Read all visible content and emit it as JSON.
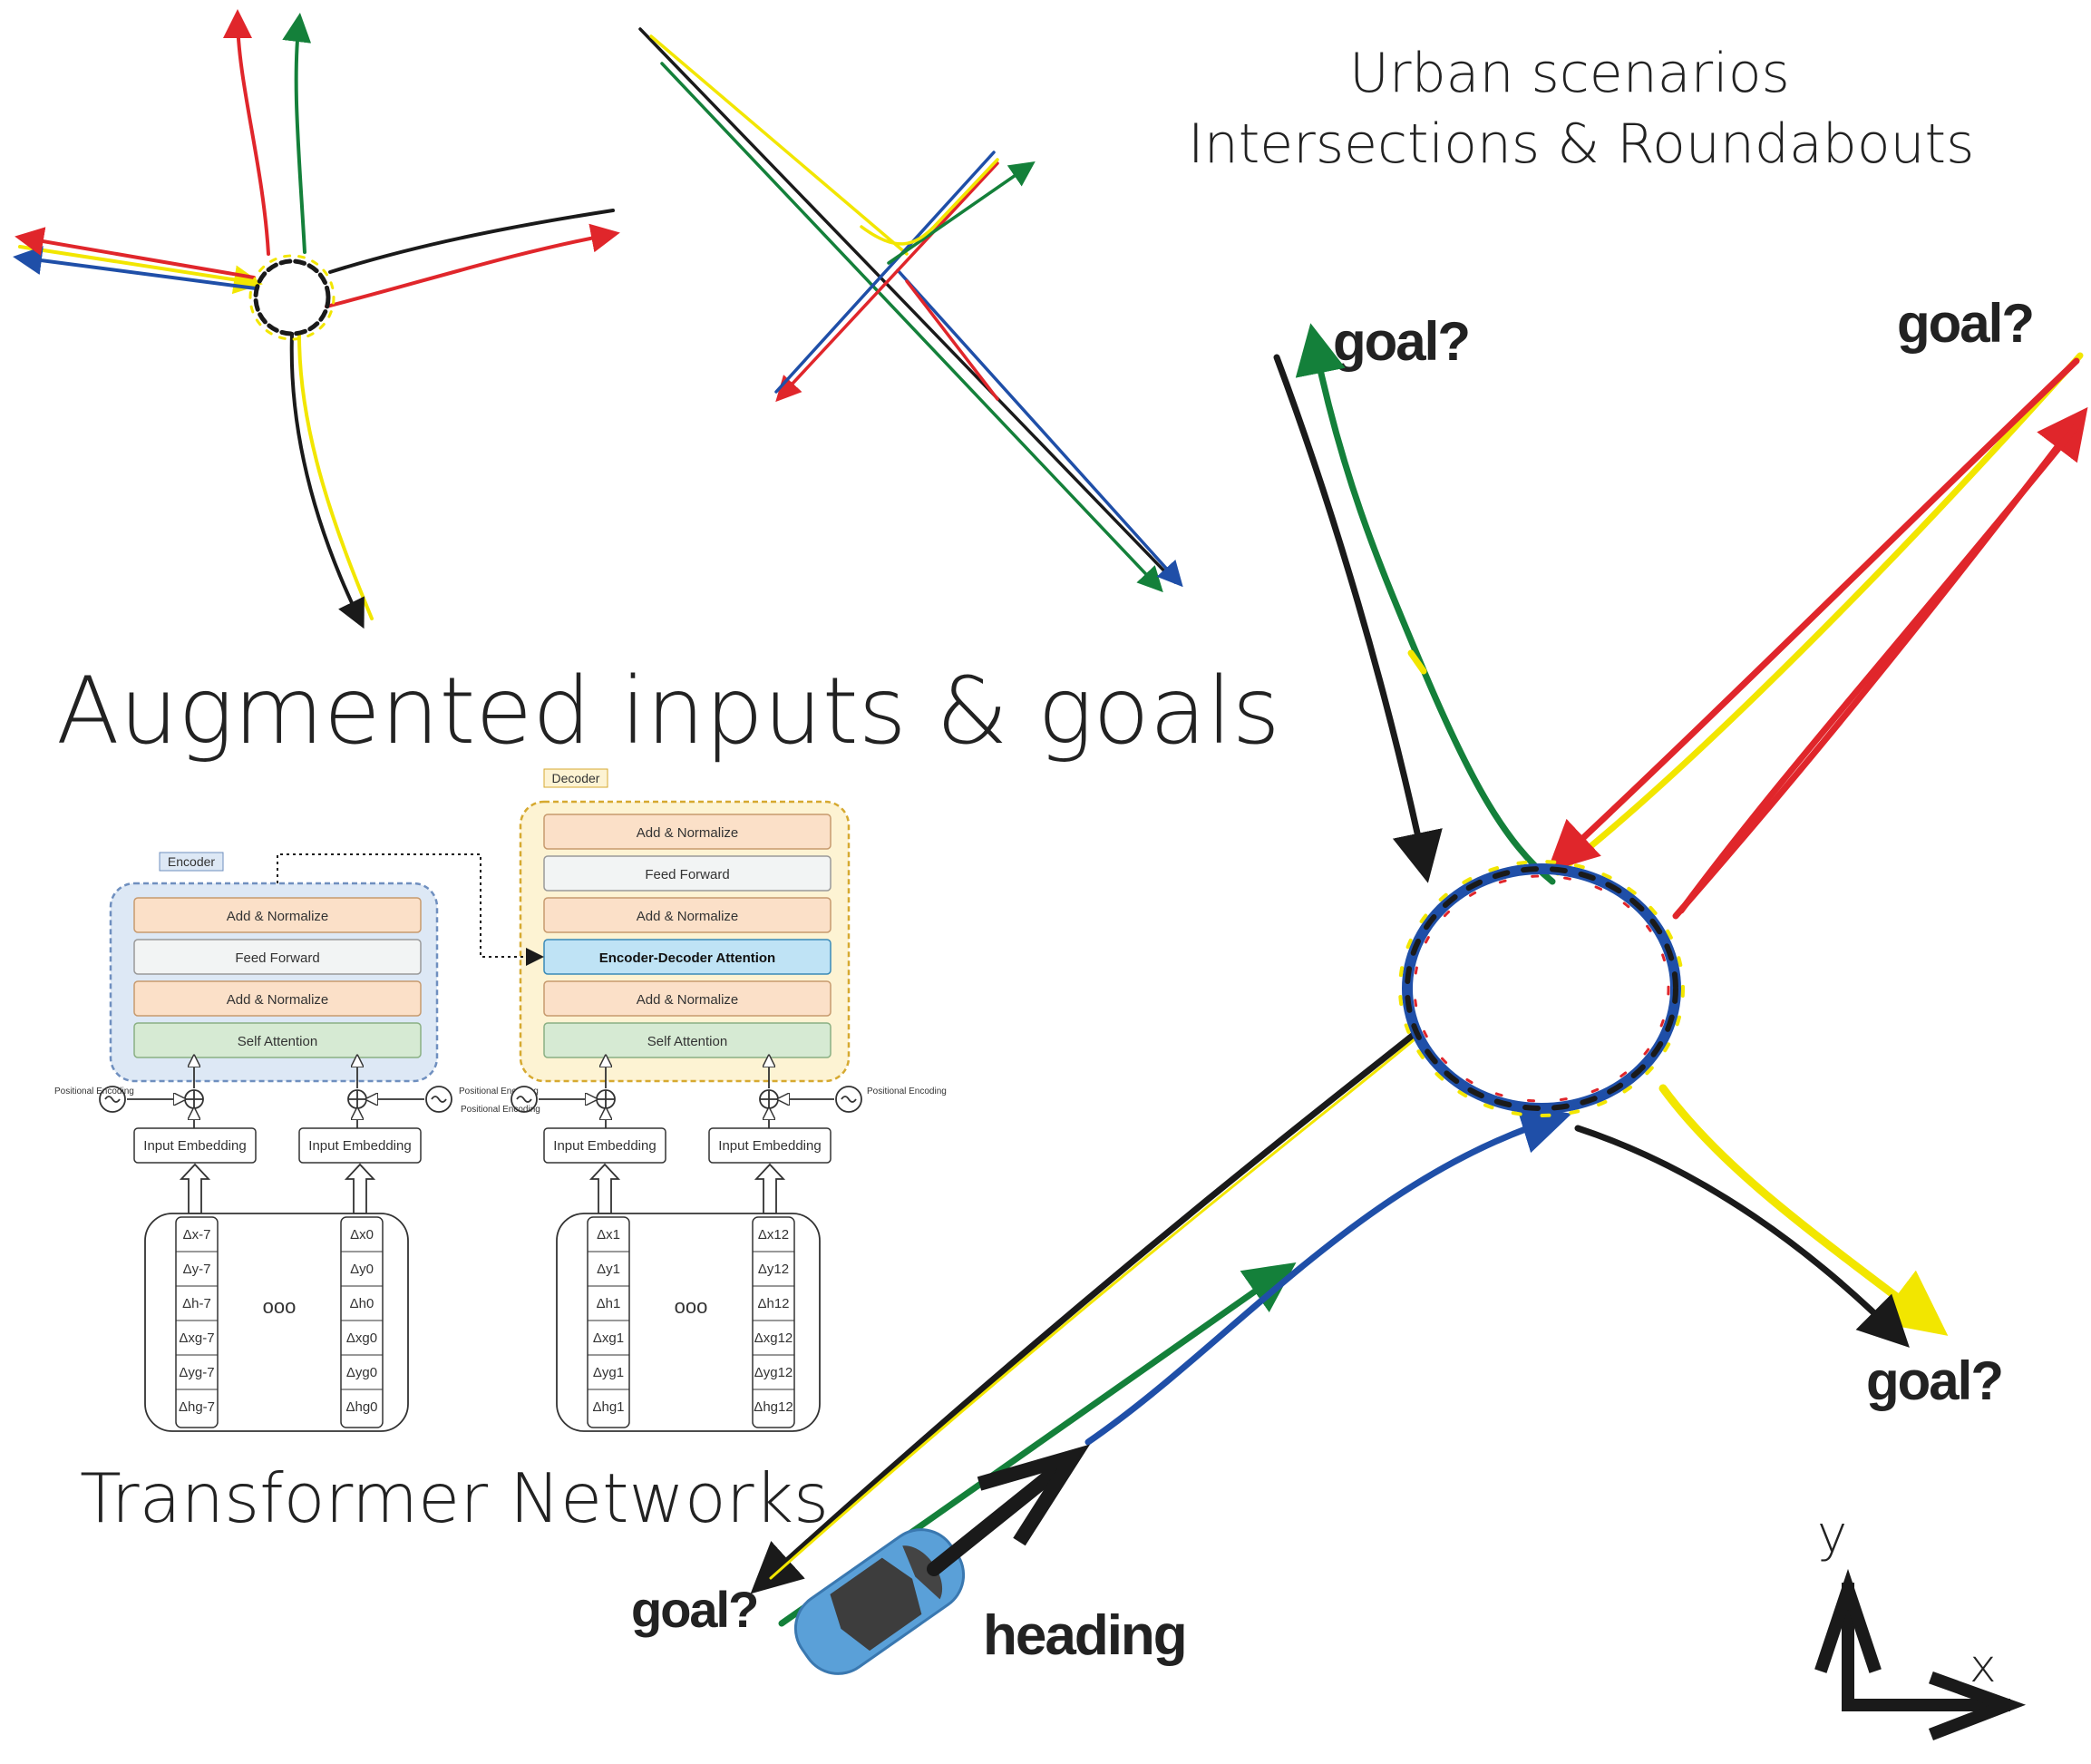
{
  "headings": {
    "urban": "Urban scenarios",
    "intersections": "Intersections & Roundabouts",
    "augmented": "Augmented inputs & goals",
    "transformer": "Transformer Networks"
  },
  "labels": {
    "goal_top_left": "goal?",
    "goal_top_right": "goal?",
    "goal_right": "goal?",
    "goal_bottom_left": "goal?",
    "heading": "heading",
    "axis_y": "y",
    "axis_x": "x"
  },
  "encoder": {
    "tag": "Encoder",
    "layers": [
      "Add & Normalize",
      "Feed Forward",
      "Add & Normalize",
      "Self Attention"
    ],
    "pos_enc": "Positional Encoding",
    "embedding": "Input Embedding",
    "tokens_first": [
      "Δx-7",
      "Δy-7",
      "Δh-7",
      "Δxg-7",
      "Δyg-7",
      "Δhg-7"
    ],
    "tokens_last": [
      "Δx0",
      "Δy0",
      "Δh0",
      "Δxg0",
      "Δyg0",
      "Δhg0"
    ],
    "ellipsis": "ooo"
  },
  "decoder": {
    "tag": "Decoder",
    "layers": [
      "Add & Normalize",
      "Feed Forward",
      "Add & Normalize",
      "Encoder-Decoder Attention",
      "Add & Normalize",
      "Self Attention"
    ],
    "pos_enc": "Positional Encoding",
    "embedding": "Input Embedding",
    "tokens_first": [
      "Δx1",
      "Δy1",
      "Δh1",
      "Δxg1",
      "Δyg1",
      "Δhg1"
    ],
    "tokens_last": [
      "Δx12",
      "Δy12",
      "Δh12",
      "Δxg12",
      "Δyg12",
      "Δhg12"
    ],
    "ellipsis": "ooo"
  },
  "colors": {
    "red": "#e0262b",
    "green": "#14803a",
    "blue": "#1f4fa8",
    "yellow": "#f2e600",
    "black": "#1a1a1a",
    "car": "#5aa0d8",
    "encoder_bg": "#dde8f5",
    "decoder_bg": "#fdf3d3",
    "add_norm": "#fbe0c8",
    "feed_forward": "#f2f4f4",
    "self_attention": "#d6ead3",
    "enc_dec_attention": "#bfe3f5"
  }
}
